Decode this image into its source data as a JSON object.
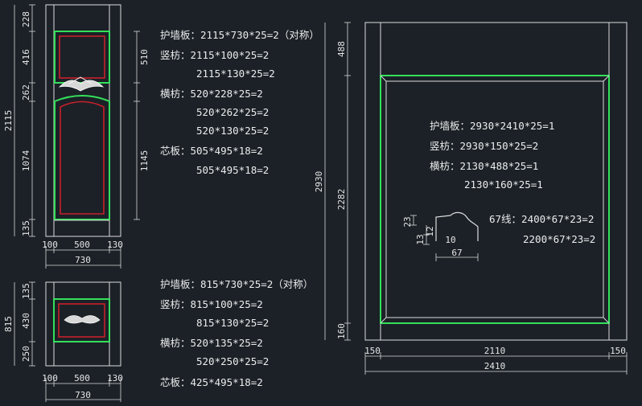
{
  "door_tall": {
    "dims_left": [
      "228",
      "416",
      "262",
      "1074",
      "135"
    ],
    "dim_total_height": "2115",
    "dims_right": [
      "510",
      "1145"
    ],
    "dims_bottom": [
      "100",
      "500",
      "130"
    ],
    "dim_total_width": "730",
    "spec_lines": [
      "护墙板：2115*730*25=2（对称）",
      "竖枋：2115*100*25=2",
      "2115*130*25=2",
      "横枋：520*228*25=2",
      "520*262*25=2",
      "520*130*25=2",
      "芯板：505*495*18=2",
      "505*495*18=2"
    ]
  },
  "door_short": {
    "dims_left": [
      "135",
      "430",
      "250"
    ],
    "dim_total_height": "815",
    "dims_bottom": [
      "100",
      "500",
      "130"
    ],
    "dim_total_width": "730",
    "spec_lines": [
      "护墙板：815*730*25=2（对称）",
      "竖枋：815*100*25=2",
      "815*130*25=2",
      "横枋：520*135*25=2",
      "520*250*25=2",
      "芯板：425*495*18=2"
    ]
  },
  "wall_panel": {
    "dims_left": [
      "488",
      "2282",
      "160"
    ],
    "dim_total_height": "2930",
    "dims_bottom": [
      "150",
      "2110",
      "150"
    ],
    "dim_total_width": "2410",
    "spec_lines": [
      "护墙板：2930*2410*25=1",
      "竖枋：2930*150*25=2",
      "横枋：2130*488*25=1",
      "2130*160*25=1"
    ],
    "molding_dims": [
      "23",
      "13",
      "12",
      "10",
      "67"
    ],
    "molding_lines": [
      "67线：2400*67*23=2",
      "2200*67*23=2"
    ]
  },
  "colors": {
    "background": "#1b2127",
    "outline": "#dcdcdc",
    "inner_frame": "#34e05a",
    "panel": "#c8202a",
    "text": "#ececec"
  }
}
